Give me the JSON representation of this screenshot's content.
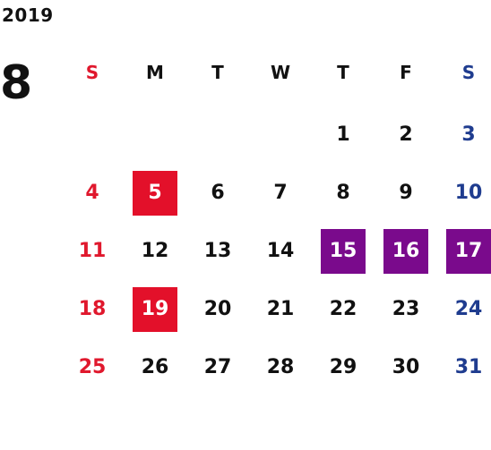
{
  "year": "2019",
  "month": "8",
  "weekdays": [
    "S",
    "M",
    "T",
    "W",
    "T",
    "F",
    "S"
  ],
  "first_weekday_index": 4,
  "days_in_month": 31,
  "colors": {
    "default": "#111111",
    "sunday": "#e0182d",
    "saturday": "#1f3c8f",
    "holiday_bg": "#e3102a",
    "special_bg": "#7a0a8c",
    "on_highlight": "#ffffff"
  },
  "highlights": {
    "holiday": [
      5,
      19
    ],
    "special": [
      15,
      16,
      17
    ]
  }
}
